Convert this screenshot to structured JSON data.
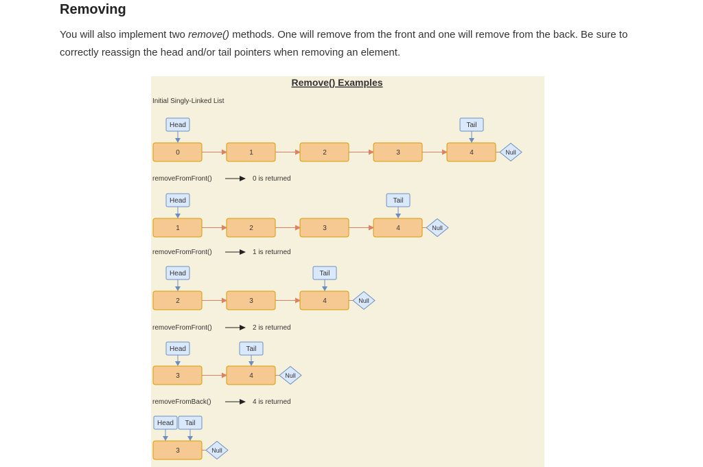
{
  "section": {
    "title": "Removing",
    "para_before": "You will also implement two ",
    "para_em": "remove()",
    "para_after": " methods. One will remove from the front and one will remove from the back. Be sure to correctly reassign the head and/or tail pointers when removing an element."
  },
  "diagram": {
    "title": "Remove() Examples",
    "initial_label": "Initial Singly-Linked List",
    "head_label": "Head",
    "tail_label": "Tail",
    "null_label": "Null",
    "colors": {
      "background": "#f6f1dc",
      "node_fill": "#f6c993",
      "node_stroke": "#d79b00",
      "pointer_fill": "#dae8fc",
      "pointer_stroke": "#6c8ebf",
      "link_arrow": "#e08060",
      "op_arrow": "#222222"
    },
    "rows": [
      {
        "values": [
          "0",
          "1",
          "2",
          "3",
          "4"
        ],
        "head": 0,
        "tail": 4
      },
      {
        "values": [
          "1",
          "2",
          "3",
          "4"
        ],
        "head": 0,
        "tail": 3
      },
      {
        "values": [
          "2",
          "3",
          "4"
        ],
        "head": 0,
        "tail": 2
      },
      {
        "values": [
          "3",
          "4"
        ],
        "head": 0,
        "tail": 1
      },
      {
        "values": [
          "3"
        ],
        "head": 0,
        "tail": 0
      }
    ],
    "operations": [
      {
        "call": "removeFromFront()",
        "result": "0 is returned"
      },
      {
        "call": "removeFromFront()",
        "result": "1 is returned"
      },
      {
        "call": "removeFromFront()",
        "result": "2 is returned"
      },
      {
        "call": "removeFromBack()",
        "result": "4 is returned"
      }
    ]
  }
}
